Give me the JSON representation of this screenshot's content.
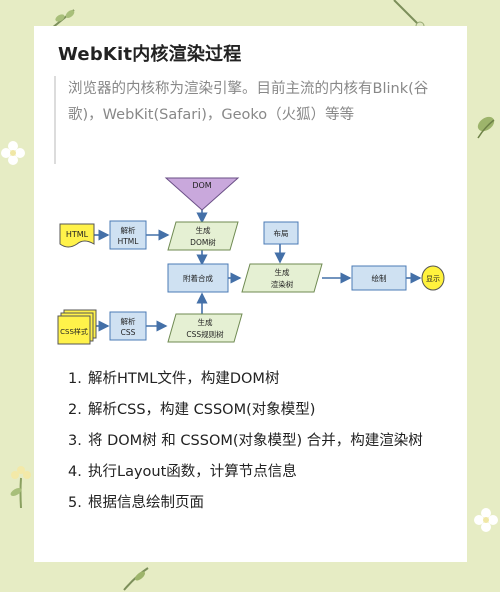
{
  "article": {
    "title": "WebKit内核渲染过程",
    "quote": "浏览器的内核称为渲染引擎。目前主流的内核有Blink(谷歌)，WebKit(Safari)，Geoko（火狐）等等"
  },
  "diagram": {
    "dom": "DOM",
    "html": "HTML",
    "parse_html_1": "解析",
    "parse_html_2": "HTML",
    "gen_dom_1": "生成",
    "gen_dom_2": "DOM树",
    "layout": "布局",
    "attach": "附着合成",
    "gen_render_1": "生成",
    "gen_render_2": "渲染树",
    "paint": "绘制",
    "display": "显示",
    "css_style": "CSS样式",
    "parse_css_1": "解析",
    "parse_css_2": "CSS",
    "gen_css_1": "生成",
    "gen_css_2": "CSS规则树",
    "colors": {
      "process_fill": "#cfe1f2",
      "process_stroke": "#4b7bb5",
      "data_fill": "#e5f0d3",
      "data_stroke": "#6f8a52",
      "input_fill": "#fff24a",
      "triangle_fill": "#c9a8dc",
      "display_fill": "#fff23d",
      "arrow": "#4470a8"
    }
  },
  "steps": [
    {
      "num": "1.",
      "text": "解析HTML文件，构建DOM树"
    },
    {
      "num": "2.",
      "text": "解析CSS，构建 CSSOM(对象模型)"
    },
    {
      "num": "3.",
      "text": "将 DOM树 和 CSSOM(对象模型) 合并，构建渲染树"
    },
    {
      "num": "4.",
      "text": "执行Layout函数，计算节点信息"
    },
    {
      "num": "5.",
      "text": "根据信息绘制页面"
    }
  ]
}
